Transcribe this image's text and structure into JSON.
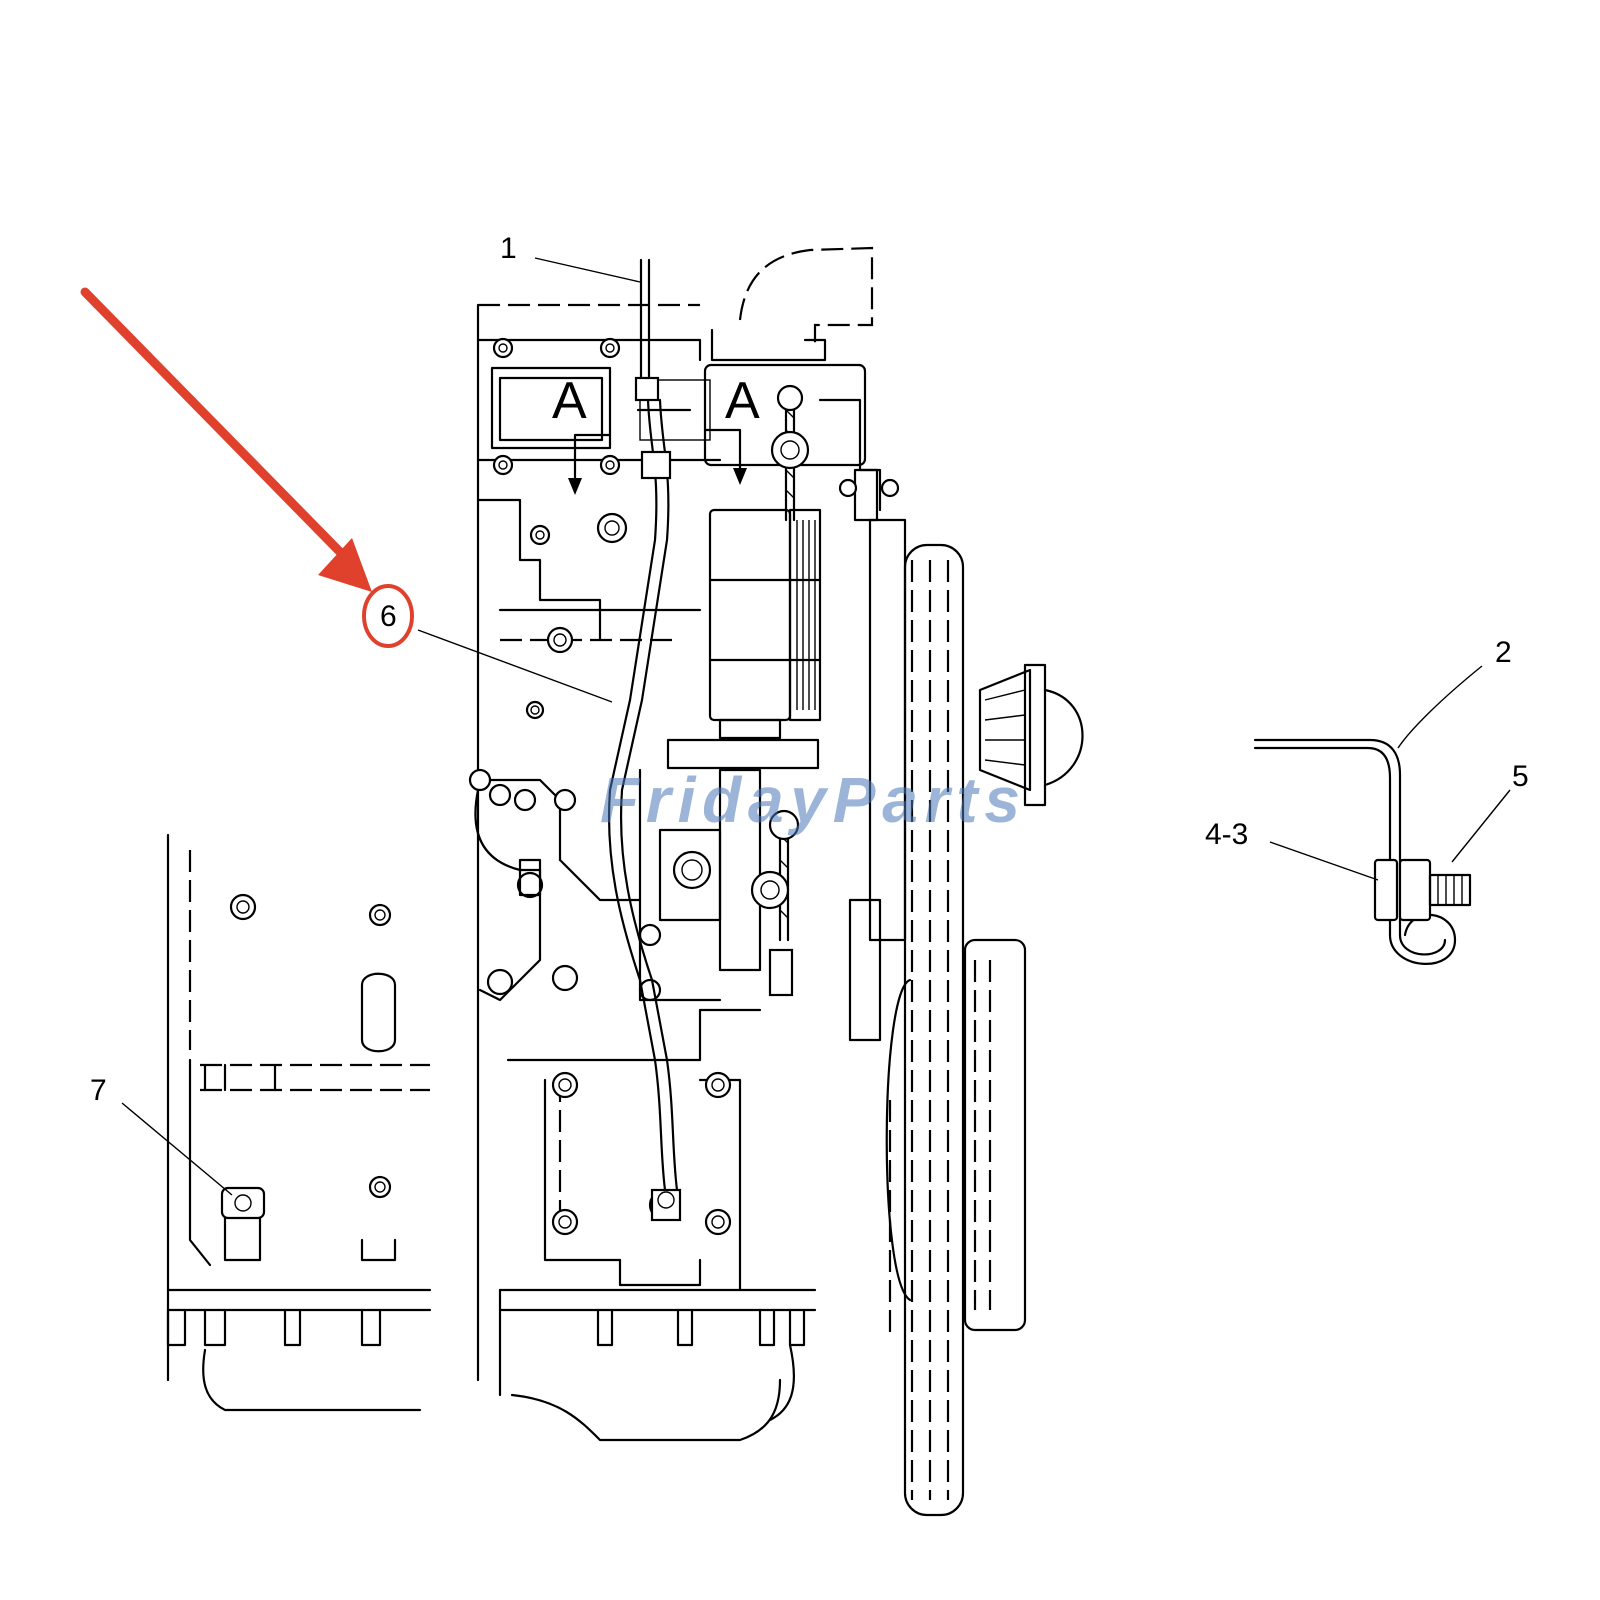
{
  "callouts": {
    "c1": "1",
    "c2": "2",
    "c4_3": "4-3",
    "c5": "5",
    "c6": "6",
    "c7": "7"
  },
  "view_markers": {
    "left": "A",
    "right": "A"
  },
  "watermark": "FridayParts",
  "highlight": {
    "color": "#e0412c",
    "target": "6"
  }
}
